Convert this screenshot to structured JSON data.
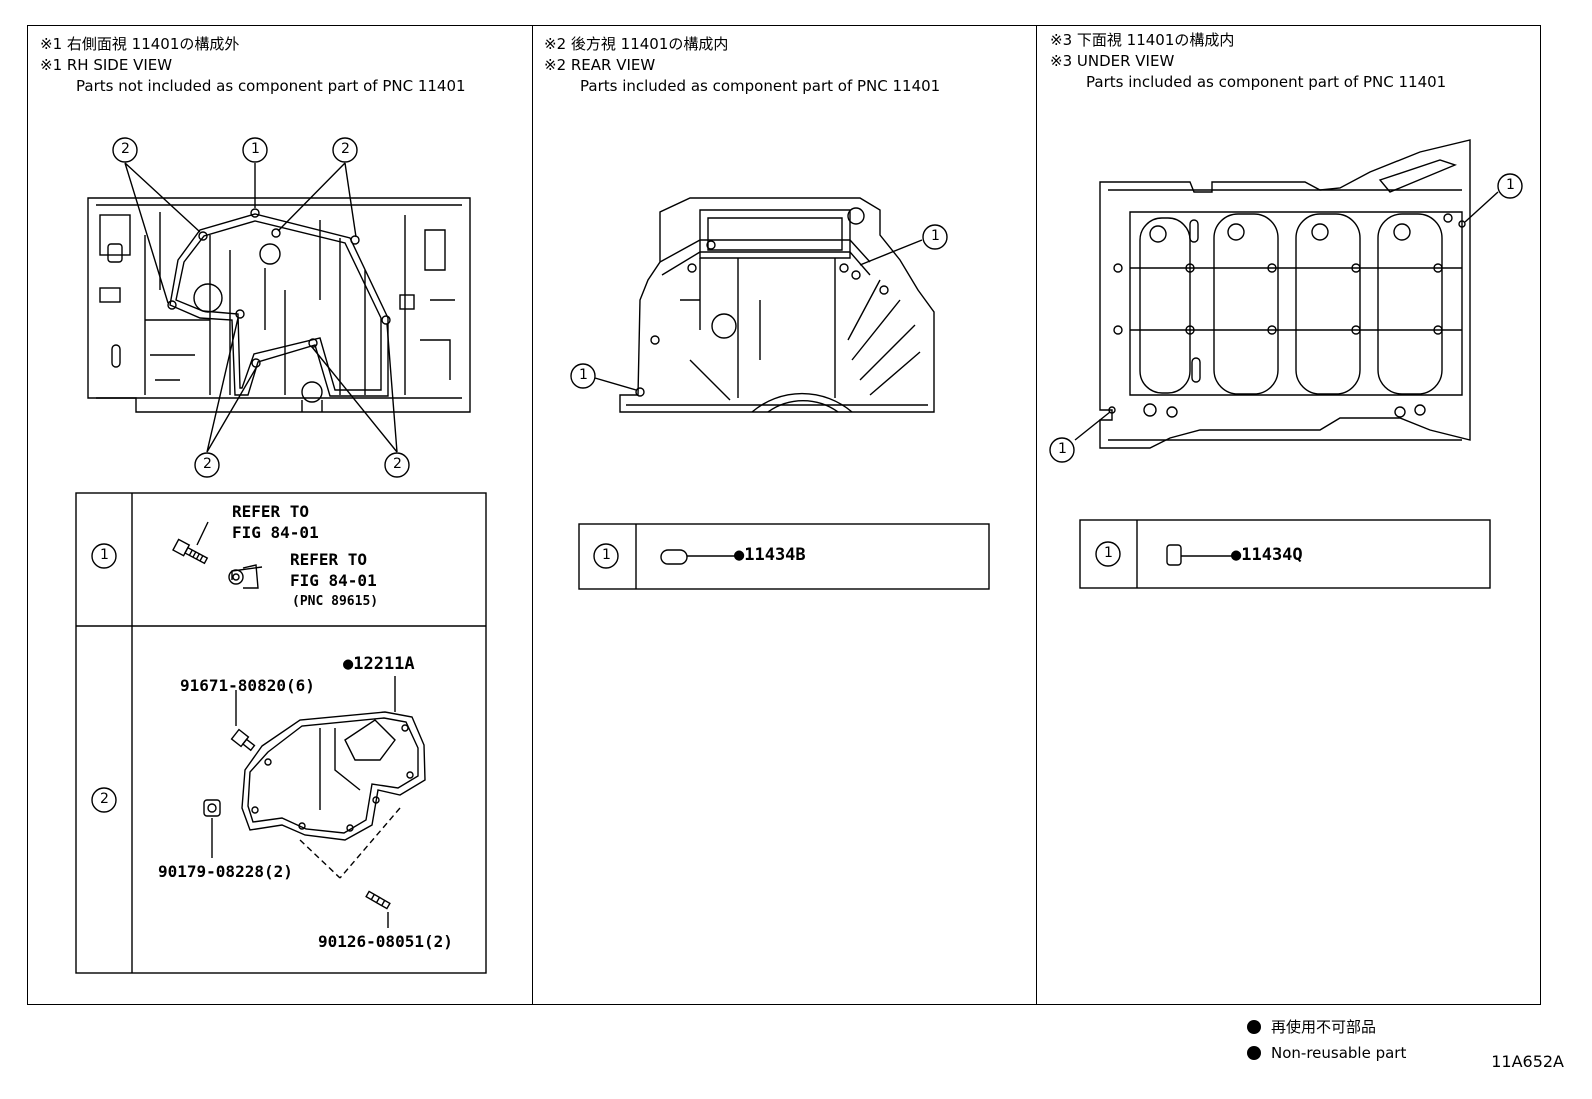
{
  "panels": [
    {
      "header_jp": "※1 右側面視 11401の構成外",
      "header_en": "※1 RH SIDE VIEW",
      "header_sub": "Parts not included as component part of PNC 11401"
    },
    {
      "header_jp": "※2 後方視 11401の構成内",
      "header_en": "※2 REAR VIEW",
      "header_sub": "Parts included as component part of PNC 11401"
    },
    {
      "header_jp": "※3 下面視 11401の構成内",
      "header_en": "※3 UNDER VIEW",
      "header_sub": "Parts included as component part of PNC 11401"
    }
  ],
  "callouts": {
    "one": "1",
    "two": "2"
  },
  "table1": {
    "row1": {
      "refer_a": "REFER TO",
      "fig_a": "FIG 84-01",
      "refer_b": "REFER TO",
      "fig_b": "FIG 84-01",
      "pnc": "(PNC 89615)"
    },
    "row2": {
      "part_main": "●12211A",
      "part_a": "91671-80820(6)",
      "part_b": "90179-08228(2)",
      "part_c": "90126-08051(2)"
    }
  },
  "table2": {
    "part": "●11434B"
  },
  "table3": {
    "part": "●11434Q"
  },
  "legend": {
    "jp": "再使用不可部品",
    "en": "Non-reusable part"
  },
  "figure_code": "11A652A"
}
